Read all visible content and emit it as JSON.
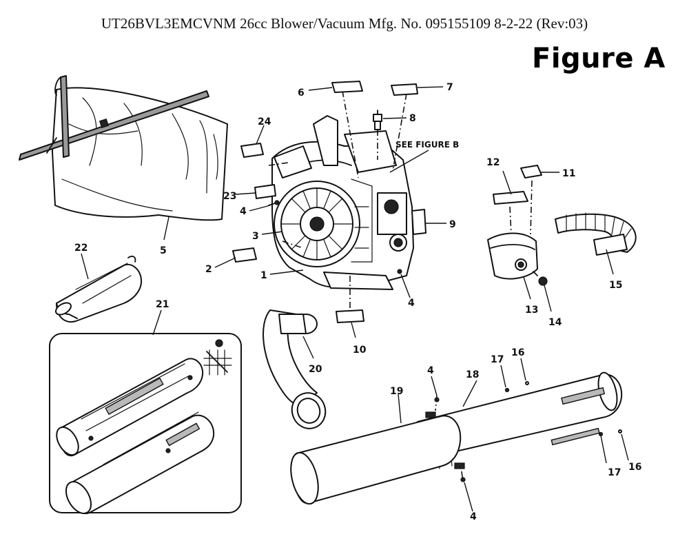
{
  "header": {
    "title": "UT26BVL3EMCVNM 26cc Blower/Vacuum Mfg. No. 095155109 8-2-22 (Rev:03)",
    "figure": "Figure A"
  },
  "reference": {
    "see_figure_b": "SEE FIGURE B"
  },
  "callouts": [
    {
      "id": "c6",
      "number": "6"
    },
    {
      "id": "c7",
      "number": "7"
    },
    {
      "id": "c8",
      "number": "8"
    },
    {
      "id": "c24",
      "number": "24"
    },
    {
      "id": "c23",
      "number": "23"
    },
    {
      "id": "c4a",
      "number": "4"
    },
    {
      "id": "c3",
      "number": "3"
    },
    {
      "id": "c2",
      "number": "2"
    },
    {
      "id": "c1",
      "number": "1"
    },
    {
      "id": "c4b",
      "number": "4"
    },
    {
      "id": "c9",
      "number": "9"
    },
    {
      "id": "c10",
      "number": "10"
    },
    {
      "id": "c12",
      "number": "12"
    },
    {
      "id": "c11",
      "number": "11"
    },
    {
      "id": "c15",
      "number": "15"
    },
    {
      "id": "c13",
      "number": "13"
    },
    {
      "id": "c14",
      "number": "14"
    },
    {
      "id": "c5",
      "number": "5"
    },
    {
      "id": "c22",
      "number": "22"
    },
    {
      "id": "c21",
      "number": "21"
    },
    {
      "id": "c20",
      "number": "20"
    },
    {
      "id": "c4c",
      "number": "4"
    },
    {
      "id": "c18",
      "number": "18"
    },
    {
      "id": "c17a",
      "number": "17"
    },
    {
      "id": "c16a",
      "number": "16"
    },
    {
      "id": "c19",
      "number": "19"
    },
    {
      "id": "c17b",
      "number": "17"
    },
    {
      "id": "c16b",
      "number": "16"
    },
    {
      "id": "c4d",
      "number": "4"
    }
  ]
}
